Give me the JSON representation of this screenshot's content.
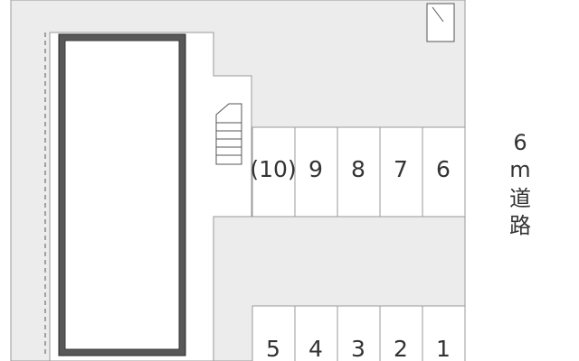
{
  "parking": {
    "top_row": [
      "(10)",
      "9",
      "8",
      "7",
      "6"
    ],
    "bottom_row": [
      "5",
      "4",
      "3",
      "2",
      "1"
    ]
  },
  "road": {
    "width": "6",
    "unit": "m",
    "label_1": "道",
    "label_2": "路"
  }
}
